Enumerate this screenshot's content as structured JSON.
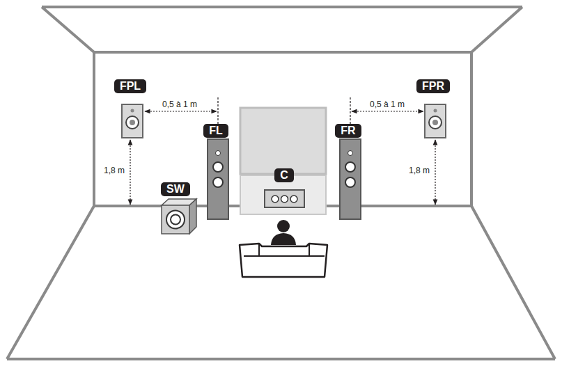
{
  "diagram": {
    "nodes": [
      {
        "text": [
          "FPL"
        ]
      },
      {
        "text": [
          "FPR"
        ]
      },
      {
        "text": [
          "FL"
        ]
      },
      {
        "text": [
          "FR"
        ]
      },
      {
        "text": [
          "C"
        ]
      },
      {
        "text": [
          "SW"
        ]
      }
    ],
    "labels": [
      "0,5 à 1 m",
      "0,5 à 1 m",
      "1,8 m",
      "1,8 m"
    ]
  }
}
